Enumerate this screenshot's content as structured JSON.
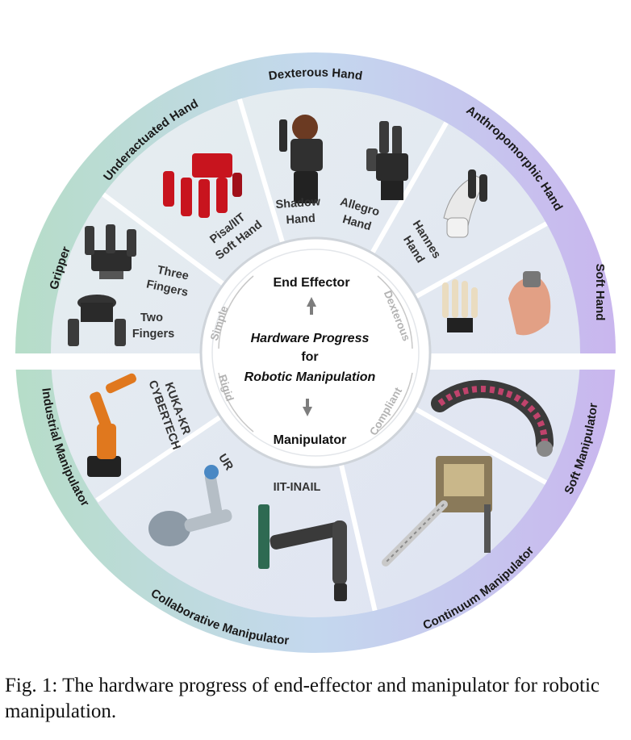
{
  "ring_labels": {
    "gripper": "Gripper",
    "underactuated_hand": "Underactuated Hand",
    "dexterous_hand": "Dexterous Hand",
    "anthropomorphic_hand": "Anthropomorphic Hand",
    "soft_hand": "Soft Hand",
    "industrial_manipulator": "Industrial Manipulator",
    "collaborative_manipulator": "Collaborative Manipulator",
    "continuum_manipulator": "Continuum Manipulator",
    "soft_manipulator": "Soft Manipulator"
  },
  "items": {
    "three_fingers": [
      "Three",
      "Fingers"
    ],
    "two_fingers": [
      "Two",
      "Fingers"
    ],
    "pisa_iit": [
      "Pisa/IIT",
      "Soft Hand"
    ],
    "shadow": [
      "Shadow",
      "Hand"
    ],
    "allegro": [
      "Allegro",
      "Hand"
    ],
    "hannes": [
      "Hannes",
      "Hand"
    ],
    "kuka": [
      "KUKA-KR",
      "CYBERTECH"
    ],
    "ur": "UR",
    "iit_inail": "IIT-INAIL"
  },
  "hub": {
    "end_effector": "End Effector",
    "manipulator": "Manipulator",
    "title_line1": "Hardware Progress",
    "title_line2": "for",
    "title_line3": "Robotic Manipulation",
    "simple": "Simple",
    "dexterous": "Dexterous",
    "rigid": "Rigid",
    "compliant": "Compliant"
  },
  "caption": "Fig. 1: The hardware progress of end-effector and manipulator for robotic manipulation.",
  "colors": {
    "ring_start": "#b6ddc8",
    "ring_mid": "#c4d8ee",
    "ring_end": "#c9b6ee",
    "panel": "#e1e8f1",
    "robot_dark": "#2d2d2d",
    "robot_red": "#c8141e",
    "robot_orange": "#e0781e"
  }
}
